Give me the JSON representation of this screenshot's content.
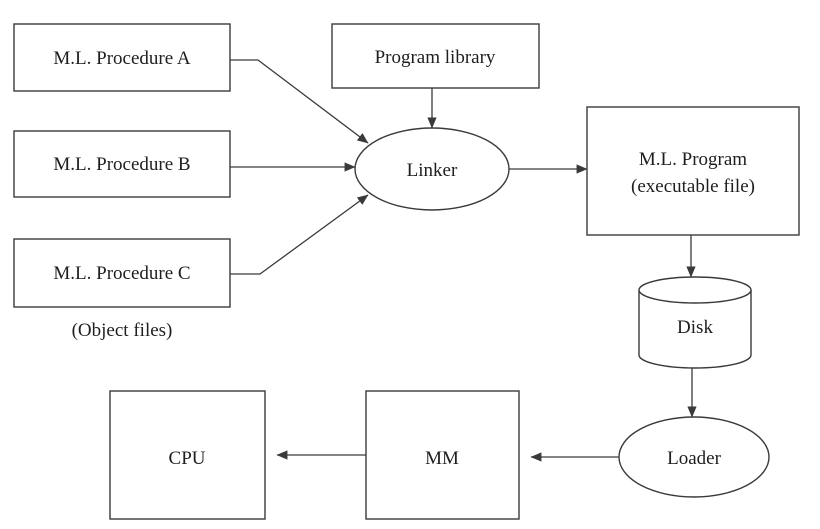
{
  "nodes": {
    "proc_a": "M.L. Procedure A",
    "proc_b": "M.L. Procedure B",
    "proc_c": "M.L. Procedure C",
    "library": "Program library",
    "linker": "Linker",
    "program_line1": "M.L. Program",
    "program_line2": "(executable file)",
    "disk": "Disk",
    "loader": "Loader",
    "mm": "MM",
    "cpu": "CPU"
  },
  "captions": {
    "object_files": "(Object files)"
  },
  "edges": [
    {
      "from": "M.L. Procedure A",
      "to": "Linker"
    },
    {
      "from": "M.L. Procedure B",
      "to": "Linker"
    },
    {
      "from": "M.L. Procedure C",
      "to": "Linker"
    },
    {
      "from": "Program library",
      "to": "Linker"
    },
    {
      "from": "Linker",
      "to": "M.L. Program"
    },
    {
      "from": "M.L. Program",
      "to": "Disk"
    },
    {
      "from": "Disk",
      "to": "Loader"
    },
    {
      "from": "Loader",
      "to": "MM"
    },
    {
      "from": "MM",
      "to": "CPU"
    }
  ]
}
